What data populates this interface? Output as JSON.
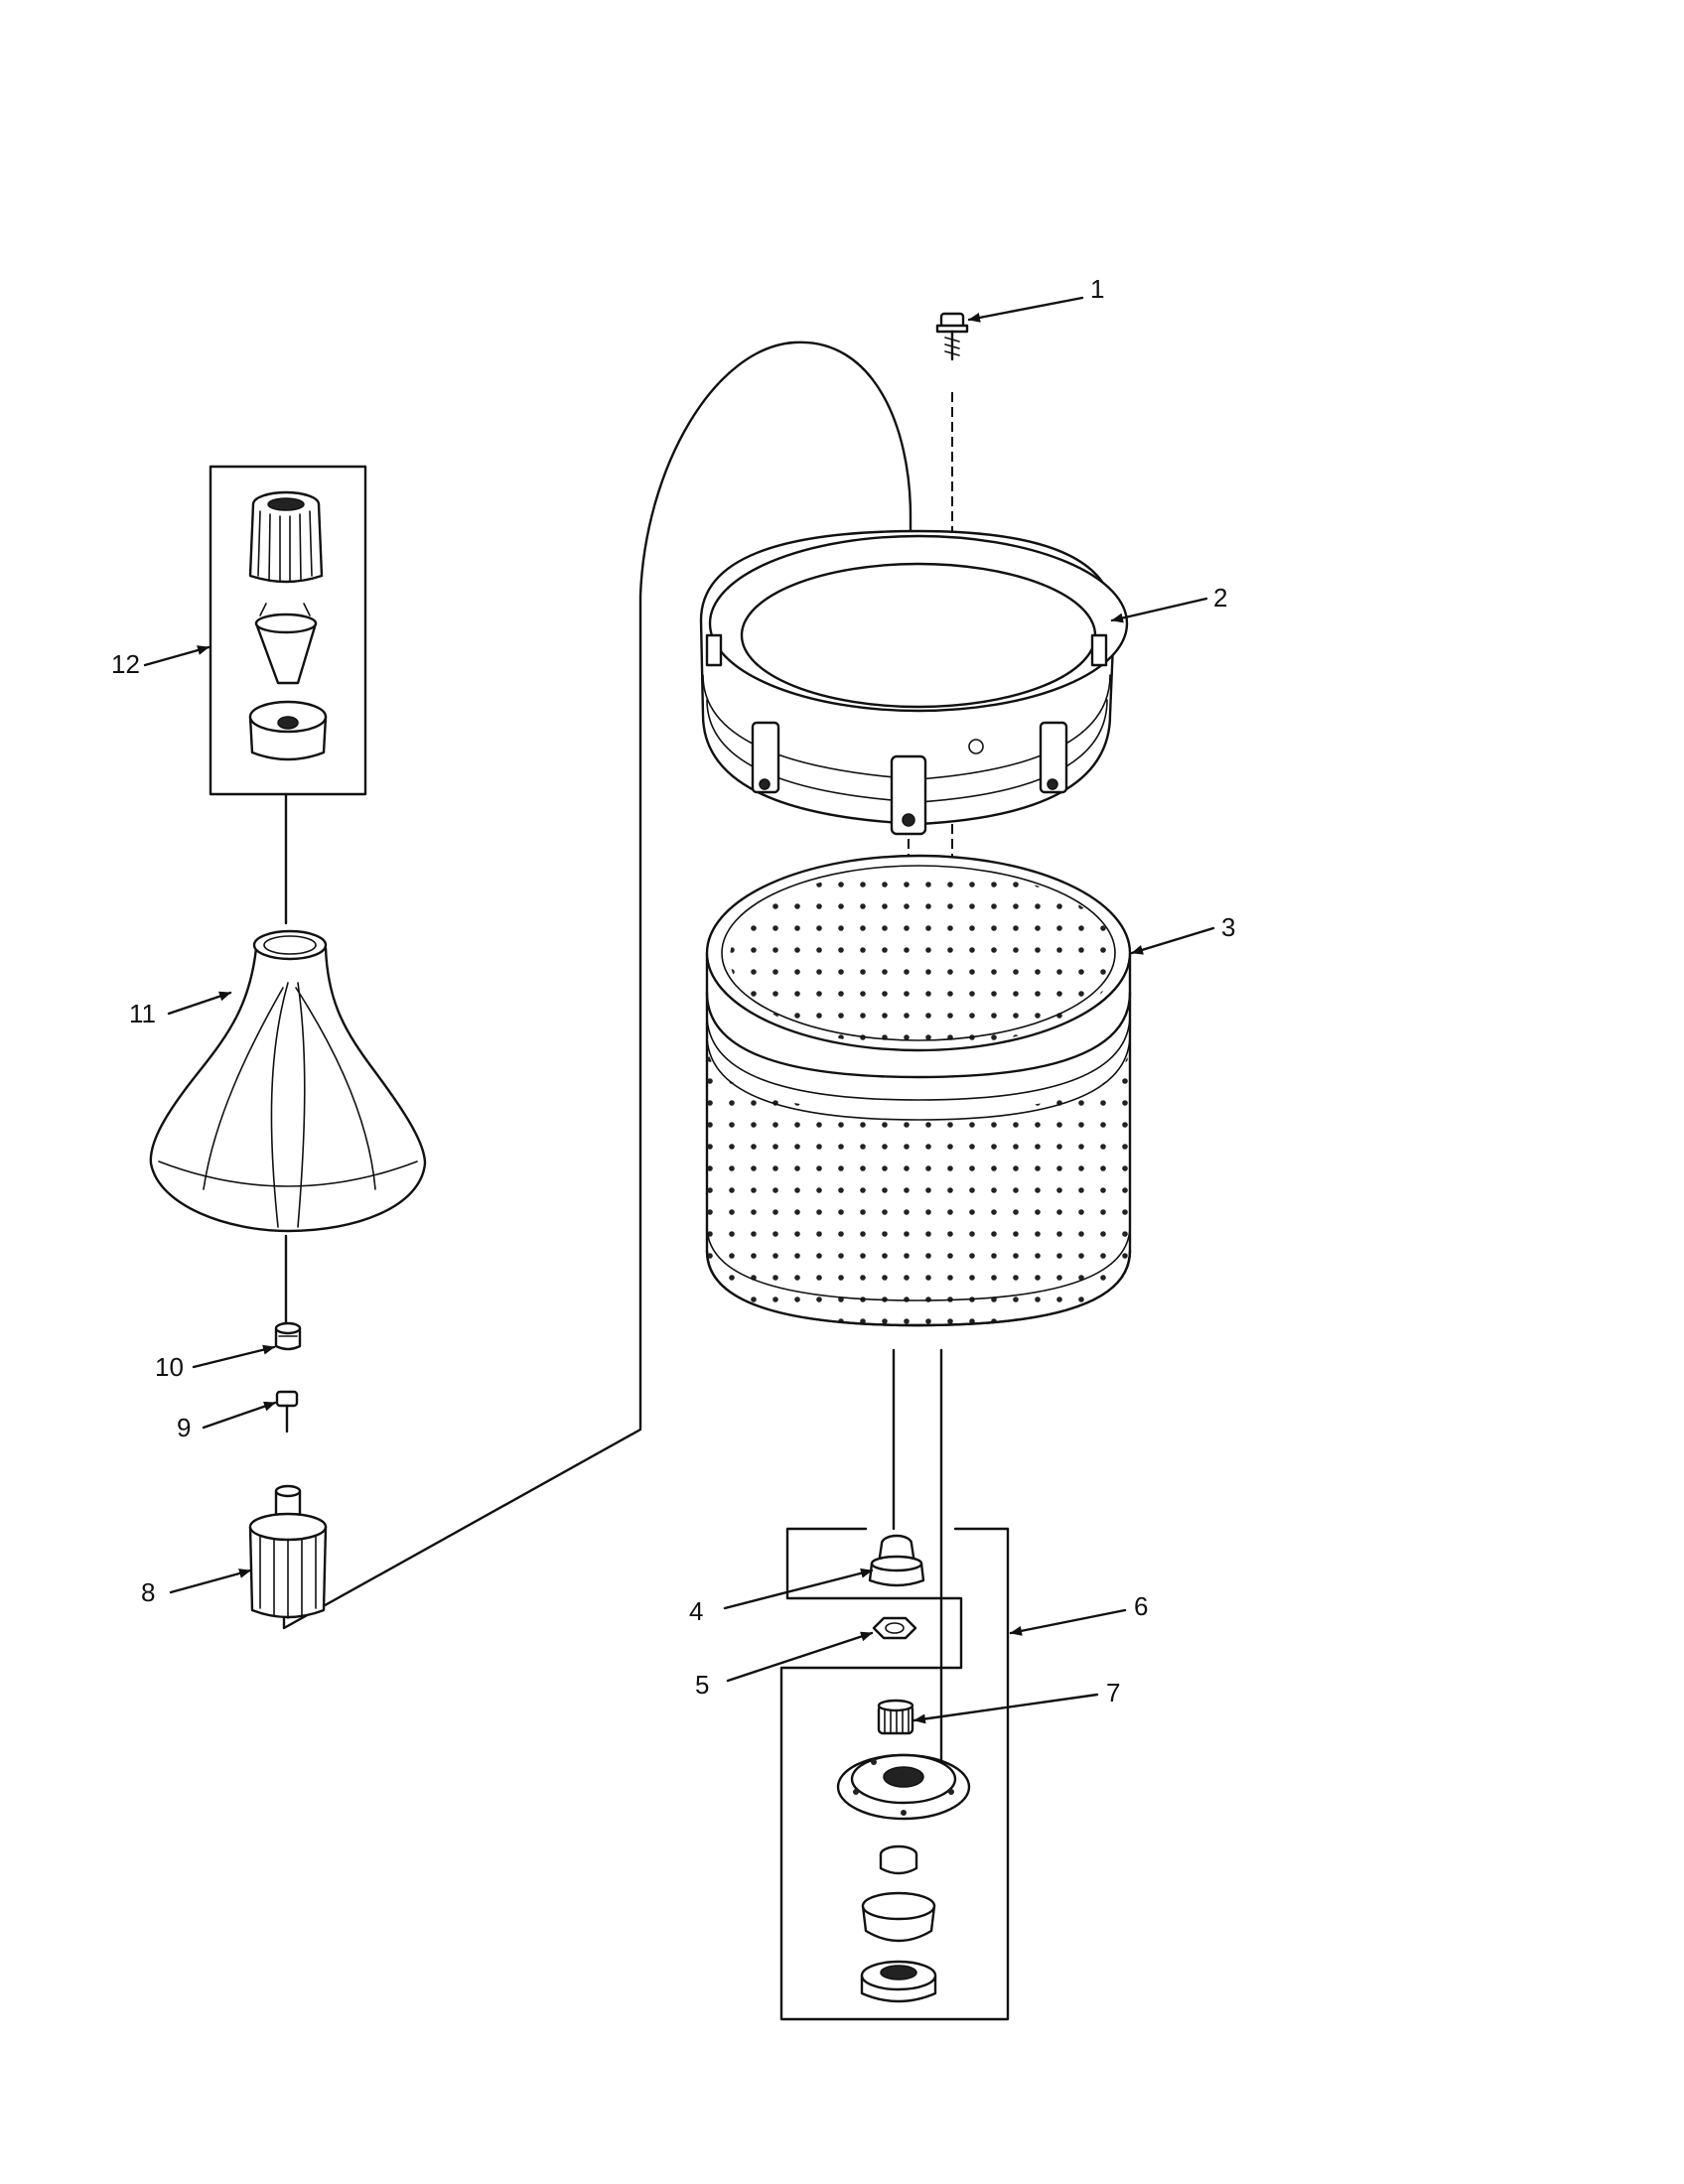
{
  "callouts": [
    {
      "id": "1",
      "label": "1"
    },
    {
      "id": "2",
      "label": "2"
    },
    {
      "id": "3",
      "label": "3"
    },
    {
      "id": "4",
      "label": "4"
    },
    {
      "id": "5",
      "label": "5"
    },
    {
      "id": "6",
      "label": "6"
    },
    {
      "id": "7",
      "label": "7"
    },
    {
      "id": "8",
      "label": "8"
    },
    {
      "id": "9",
      "label": "9"
    },
    {
      "id": "10",
      "label": "10"
    },
    {
      "id": "11",
      "label": "11"
    },
    {
      "id": "12",
      "label": "12"
    }
  ],
  "colors": {
    "ink": "#111111",
    "background": "#ffffff"
  }
}
